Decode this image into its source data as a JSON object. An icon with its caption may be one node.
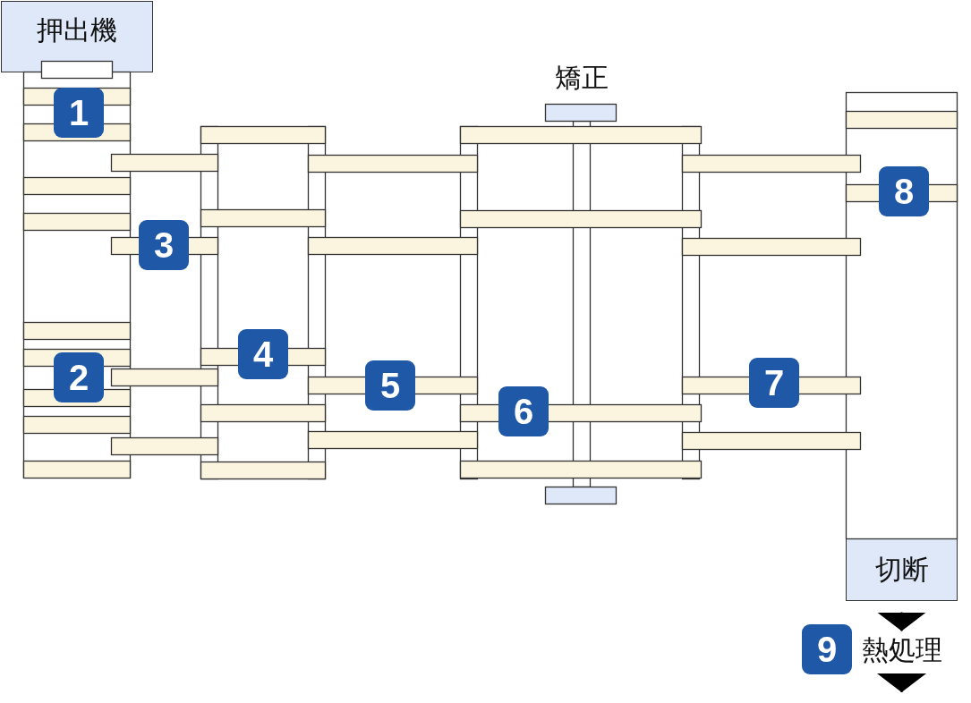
{
  "diagram": {
    "nodes": [
      {
        "text": [
          "押出機"
        ]
      },
      {
        "text": [
          "切断"
        ]
      },
      {
        "text": [
          "熱処理"
        ]
      }
    ],
    "edges": [
      {
        "from": 1,
        "to": 2,
        "arrow": "to"
      },
      {
        "from": 2,
        "to": null,
        "arrow": "to"
      }
    ],
    "labels": [
      "矯正",
      "1",
      "2",
      "3",
      "4",
      "5",
      "6",
      "7",
      "8",
      "9"
    ]
  }
}
